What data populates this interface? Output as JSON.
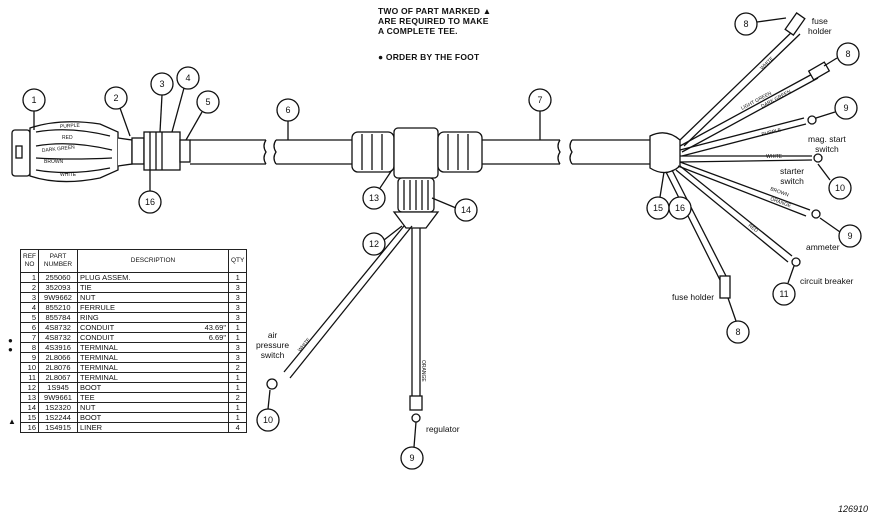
{
  "notes": {
    "line1": "TWO OF PART MARKED ▲",
    "line2": "ARE REQUIRED TO MAKE",
    "line3": "A COMPLETE TEE.",
    "line4": "● ORDER BY THE FOOT"
  },
  "callouts": {
    "c1": "1",
    "c2": "2",
    "c3": "3",
    "c4": "4",
    "c5": "5",
    "c6": "6",
    "c7": "7",
    "c8a": "8",
    "c8b": "8",
    "c8c": "8",
    "c9a": "9",
    "c9b": "9",
    "c9c": "9",
    "c10a": "10",
    "c10b": "10",
    "c11": "11",
    "c12": "12",
    "c13": "13",
    "c14": "14",
    "c15": "15",
    "c16a": "16",
    "c16b": "16"
  },
  "labels": {
    "fuse_holder_top": "fuse\nholder",
    "mag_start_switch": "mag. start\nswitch",
    "starter_switch": "starter\nswitch",
    "ammeter": "ammeter",
    "circuit_breaker": "circuit breaker",
    "fuse_holder_bottom": "fuse holder",
    "air_pressure_switch": "air\npressure\nswitch",
    "regulator": "regulator"
  },
  "wire_labels": {
    "purple": "PURPLE",
    "red": "RED",
    "dark_green": "DARK GREEN",
    "brown": "BROWN",
    "white": "WHITE",
    "white_top": "WHITE",
    "light_green": "LIGHT GREEN",
    "dark_green_r": "DARK GREEN",
    "purple_r": "PURPLE",
    "white_r": "WHITE",
    "brown_r": "BROWN",
    "orange": "ORANGE",
    "red_r": "RED",
    "white_air": "WHITE",
    "orange_reg": "ORANGE"
  },
  "parts_table": {
    "headers": {
      "ref": "REF\nNO",
      "part": "PART\nNUMBER",
      "desc": "DESCRIPTION",
      "qty": "QTY"
    },
    "rows": [
      {
        "mark": "",
        "ref": "1",
        "part": "255060",
        "desc": "PLUG ASSEM. ",
        "qty": "1"
      },
      {
        "mark": "",
        "ref": "2",
        "part": "352093",
        "desc": "TIE",
        "qty": "3"
      },
      {
        "mark": "",
        "ref": "3",
        "part": "9W9662",
        "desc": "NUT",
        "qty": "3"
      },
      {
        "mark": "",
        "ref": "4",
        "part": "855210",
        "desc": "FERRULE",
        "qty": "3"
      },
      {
        "mark": "",
        "ref": "5",
        "part": "855784",
        "desc": "RING",
        "qty": "3"
      },
      {
        "mark": "●",
        "ref": "6",
        "part": "4S8732",
        "desc": "CONDUIT",
        "len": "43.69\"",
        "qty": "1"
      },
      {
        "mark": "●",
        "ref": "7",
        "part": "4S8732",
        "desc": "CONDUIT",
        "len": "6.69\"",
        "qty": "1"
      },
      {
        "mark": "",
        "ref": "8",
        "part": "4S3916",
        "desc": "TERMINAL",
        "qty": "3"
      },
      {
        "mark": "",
        "ref": "9",
        "part": "2L8066",
        "desc": "TERMINAL",
        "qty": "3"
      },
      {
        "mark": "",
        "ref": "10",
        "part": "2L8076",
        "desc": "TERMINAL",
        "qty": "2"
      },
      {
        "mark": "",
        "ref": "11",
        "part": "2L8067",
        "desc": "TERMINAL",
        "qty": "1"
      },
      {
        "mark": "",
        "ref": "12",
        "part": "1S945",
        "desc": "BOOT",
        "qty": "1"
      },
      {
        "mark": "▲",
        "ref": "13",
        "part": "9W9661",
        "desc": "TEE",
        "qty": "2"
      },
      {
        "mark": "",
        "ref": "14",
        "part": "1S2320",
        "desc": "NUT",
        "qty": "1"
      },
      {
        "mark": "",
        "ref": "15",
        "part": "1S2244",
        "desc": "BOOT",
        "qty": "1"
      },
      {
        "mark": "",
        "ref": "16",
        "part": "1S4915",
        "desc": "LINER",
        "qty": "4"
      }
    ]
  },
  "drawing_number": "126910"
}
